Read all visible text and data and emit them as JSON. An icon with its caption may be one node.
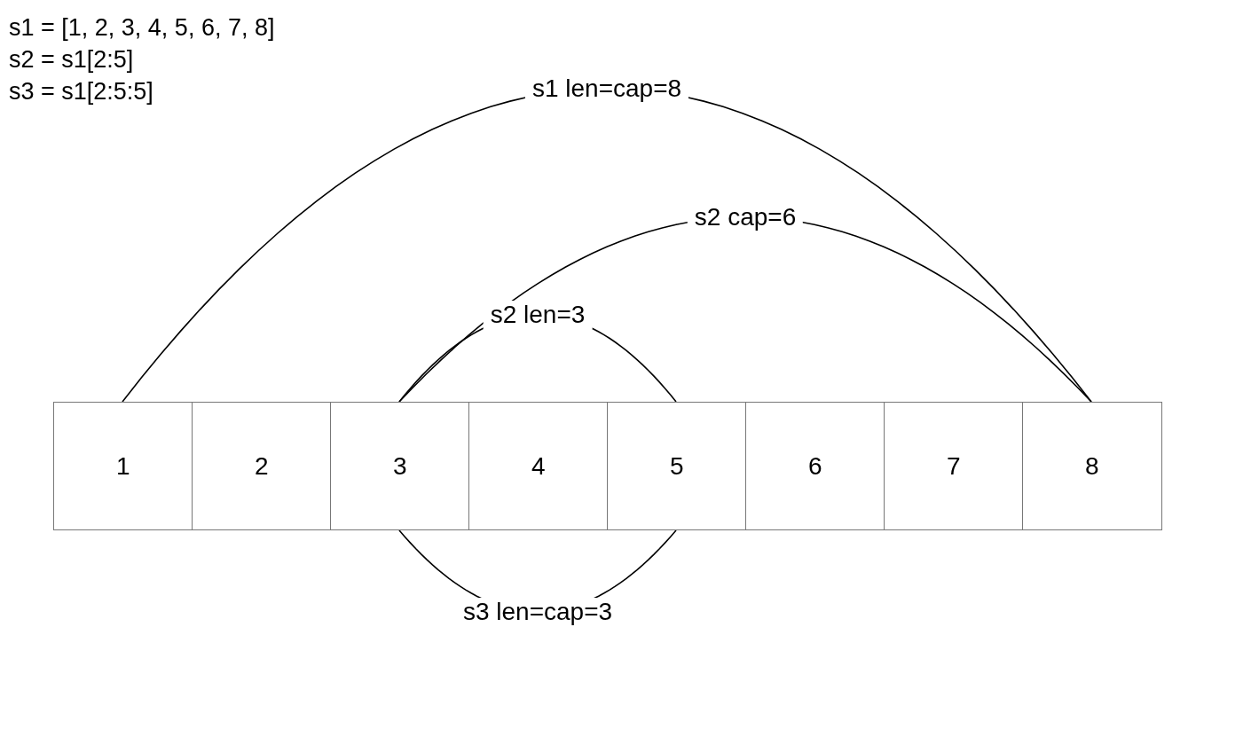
{
  "diagram": {
    "nodes": [
      {
        "text": [
          "1"
        ]
      },
      {
        "text": [
          "2"
        ]
      },
      {
        "text": [
          "3"
        ]
      },
      {
        "text": [
          "4"
        ]
      },
      {
        "text": [
          "5"
        ]
      },
      {
        "text": [
          "6"
        ]
      },
      {
        "text": [
          "7"
        ]
      },
      {
        "text": [
          "8"
        ]
      }
    ],
    "edges": [
      {
        "from": 0,
        "to": 7,
        "arrow": "none",
        "label": "s1 len=cap=8"
      },
      {
        "from": 2,
        "to": 7,
        "arrow": "none",
        "label": "s2 cap=6"
      },
      {
        "from": 2,
        "to": 4,
        "arrow": "none",
        "label": "s2 len=3"
      },
      {
        "from": 2,
        "to": 4,
        "arrow": "none",
        "label": "s3 len=cap=3"
      }
    ],
    "labels": [
      "s1 = [1, 2, 3, 4, 5, 6, 7, 8]",
      "s2 = s1[2:5]",
      "s3 = s1[2:5:5]"
    ]
  }
}
